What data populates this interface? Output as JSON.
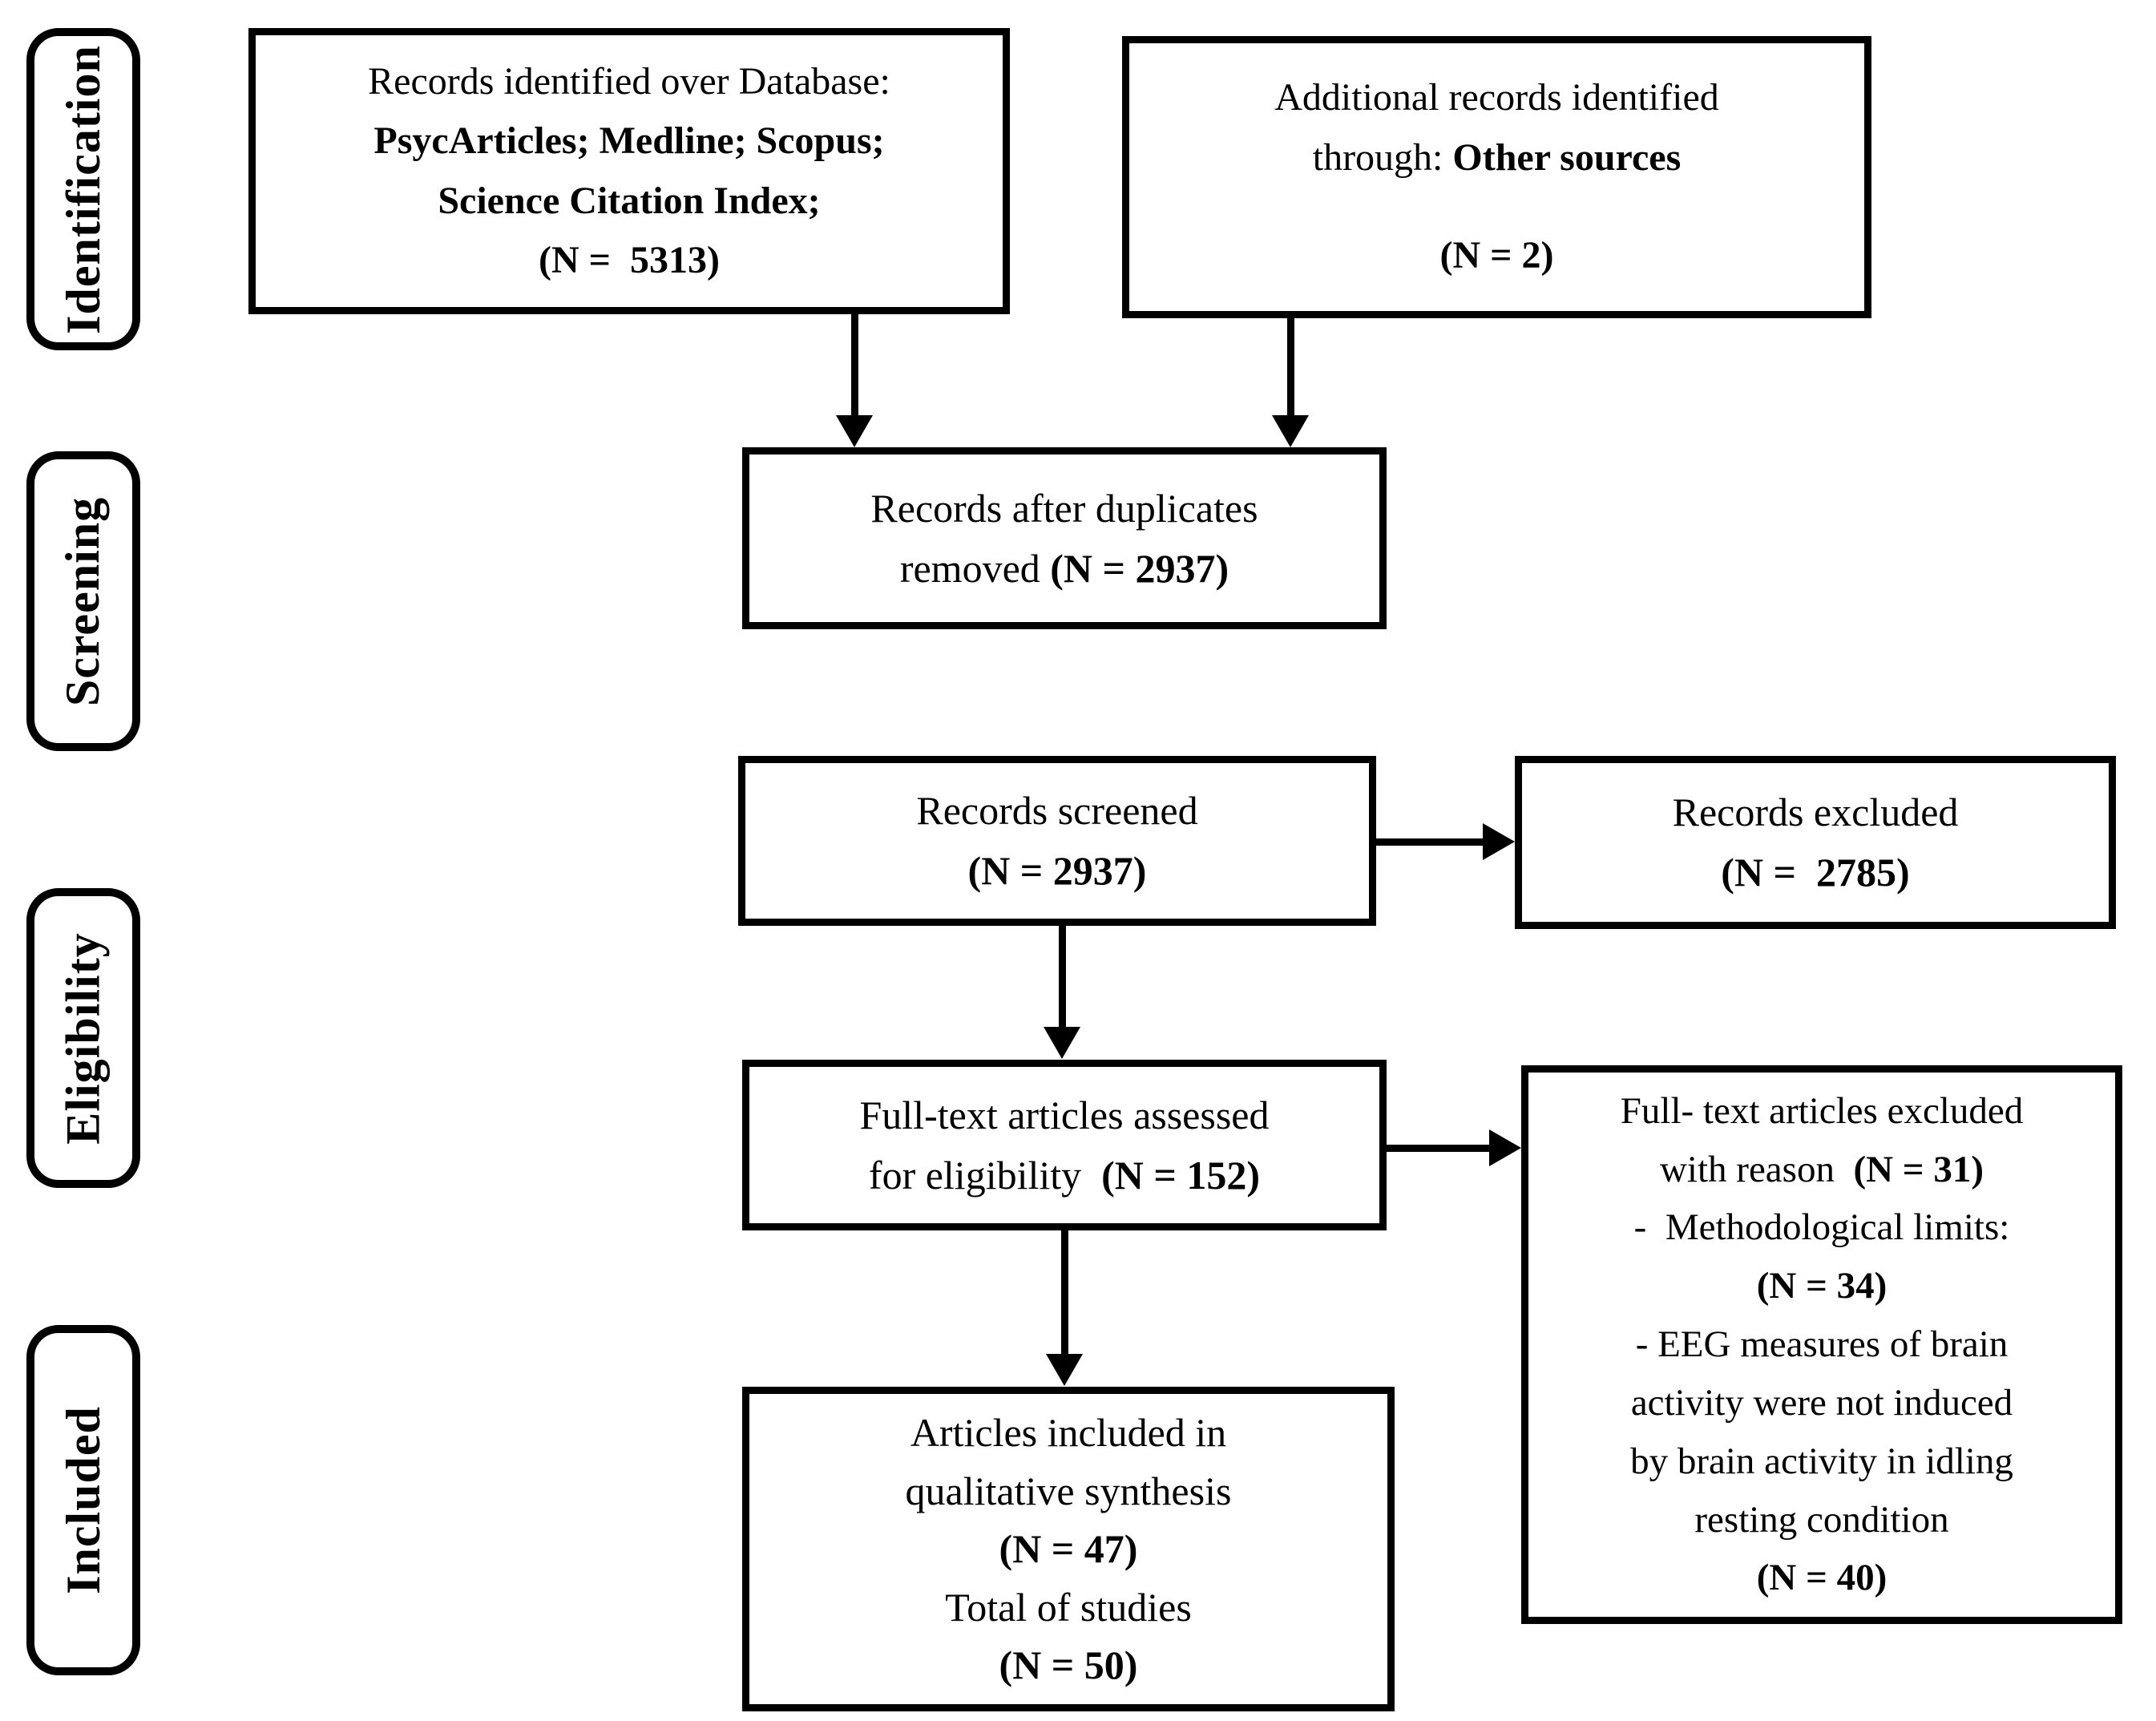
{
  "diagram": {
    "stages": [
      {
        "label": "Identification"
      },
      {
        "label": "Screening"
      },
      {
        "label": "Eligibility"
      },
      {
        "label": "Included"
      }
    ],
    "boxes": {
      "identified": {
        "line1": "Records identified over Database:",
        "line2": "PsycArticles; Medline; Scopus;",
        "line3": "Science Citation Index;",
        "n": "(N =  5313)"
      },
      "additional": {
        "line1": "Additional records identified",
        "line2_prefix": "through: ",
        "line2_bold": "Other sources",
        "n": "(N = 2)"
      },
      "duplicates": {
        "line1": "Records after duplicates",
        "line2_prefix": "removed ",
        "n": "(N = 2937)"
      },
      "screened": {
        "line1": "Records screened",
        "n": "(N = 2937)"
      },
      "excluded": {
        "line1": "Records excluded",
        "n": "(N =  2785)"
      },
      "fulltext": {
        "line1": "Full-text articles assessed",
        "line2_prefix": "for eligibility  ",
        "n": "(N = 152)"
      },
      "fulltext_excluded": {
        "line1": "Full- text articles excluded",
        "line2_prefix": "with reason  ",
        "line2_bold": "(N = 31)",
        "reason1": "-  Methodological limits:",
        "reason1_n": "(N = 34)",
        "reason2_line1": "- EEG measures of brain",
        "reason2_line2": "activity were not induced",
        "reason2_line3": "by brain activity in idling",
        "reason2_line4": "resting condition",
        "reason2_n": "(N = 40)"
      },
      "included": {
        "line1": "Articles included in",
        "line2": "qualitative synthesis",
        "n1": "(N = 47)",
        "line3": "Total of studies",
        "n2": "(N = 50)"
      }
    }
  }
}
